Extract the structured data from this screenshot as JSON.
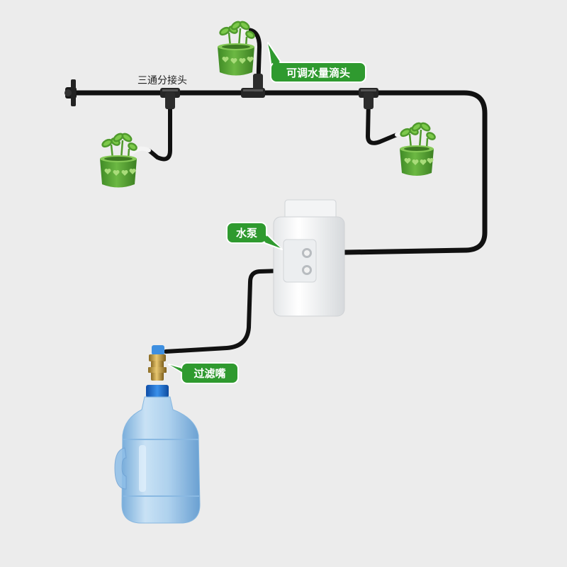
{
  "labels": {
    "tee_connector": "三通分接头",
    "adjustable_dripper": "可调水量滴头",
    "water_pump": "水泵",
    "filter": "过滤嘴"
  },
  "colors": {
    "background": "#ececec",
    "pipe": "#111111",
    "label_green": "#2f9a2f",
    "pot_green": "#5ea83a",
    "bottle_blue": "#9cc8ec",
    "cap_blue": "#1f74d6",
    "brass": "#c9a24a"
  }
}
